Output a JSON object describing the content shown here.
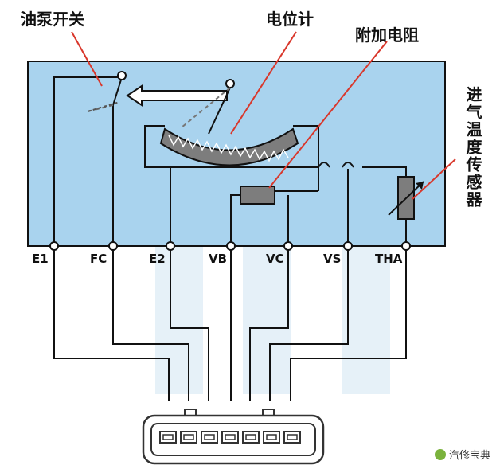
{
  "labels": {
    "fuel_pump_switch": "油泵开关",
    "potentiometer": "电位计",
    "additional_resistor": "附加电阻",
    "intake_temp_sensor": "进气温度传感器"
  },
  "terminals": [
    "E1",
    "FC",
    "E2",
    "VB",
    "VC",
    "VS",
    "THA"
  ],
  "watermark": "汽修宝典",
  "colors": {
    "housing_fill": "#a9d3ee",
    "housing_stroke": "#111111",
    "wire": "#111111",
    "callout_line": "#d9372b",
    "resistor_fill": "#7d7d7d",
    "arrow_fill": "#ffffff",
    "watermark_bg": "#bcd8ec"
  }
}
